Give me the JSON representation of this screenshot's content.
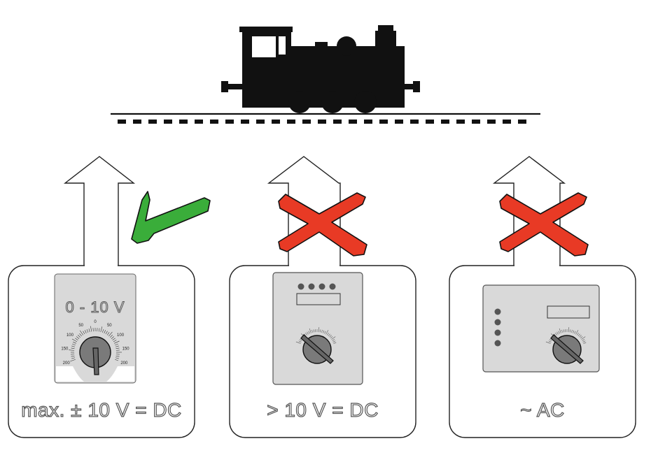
{
  "colors": {
    "ok": "#3aad3a",
    "bad": "#e83a25",
    "panel": "#d9d9d9",
    "ink": "#111111"
  },
  "icons": [
    "locomotive-icon",
    "checkmark-icon",
    "cross-icon",
    "dial-knob-icon"
  ],
  "devices": [
    {
      "display": "0 - 10 V",
      "label": "max. ± 10 V = DC",
      "status": "allowed",
      "scale_ticks": [
        "200",
        "150",
        "100",
        "50",
        "0",
        "50",
        "100",
        "150",
        "200"
      ]
    },
    {
      "label": "> 10 V = DC",
      "status": "not-allowed"
    },
    {
      "label": "~ AC",
      "status": "not-allowed"
    }
  ]
}
